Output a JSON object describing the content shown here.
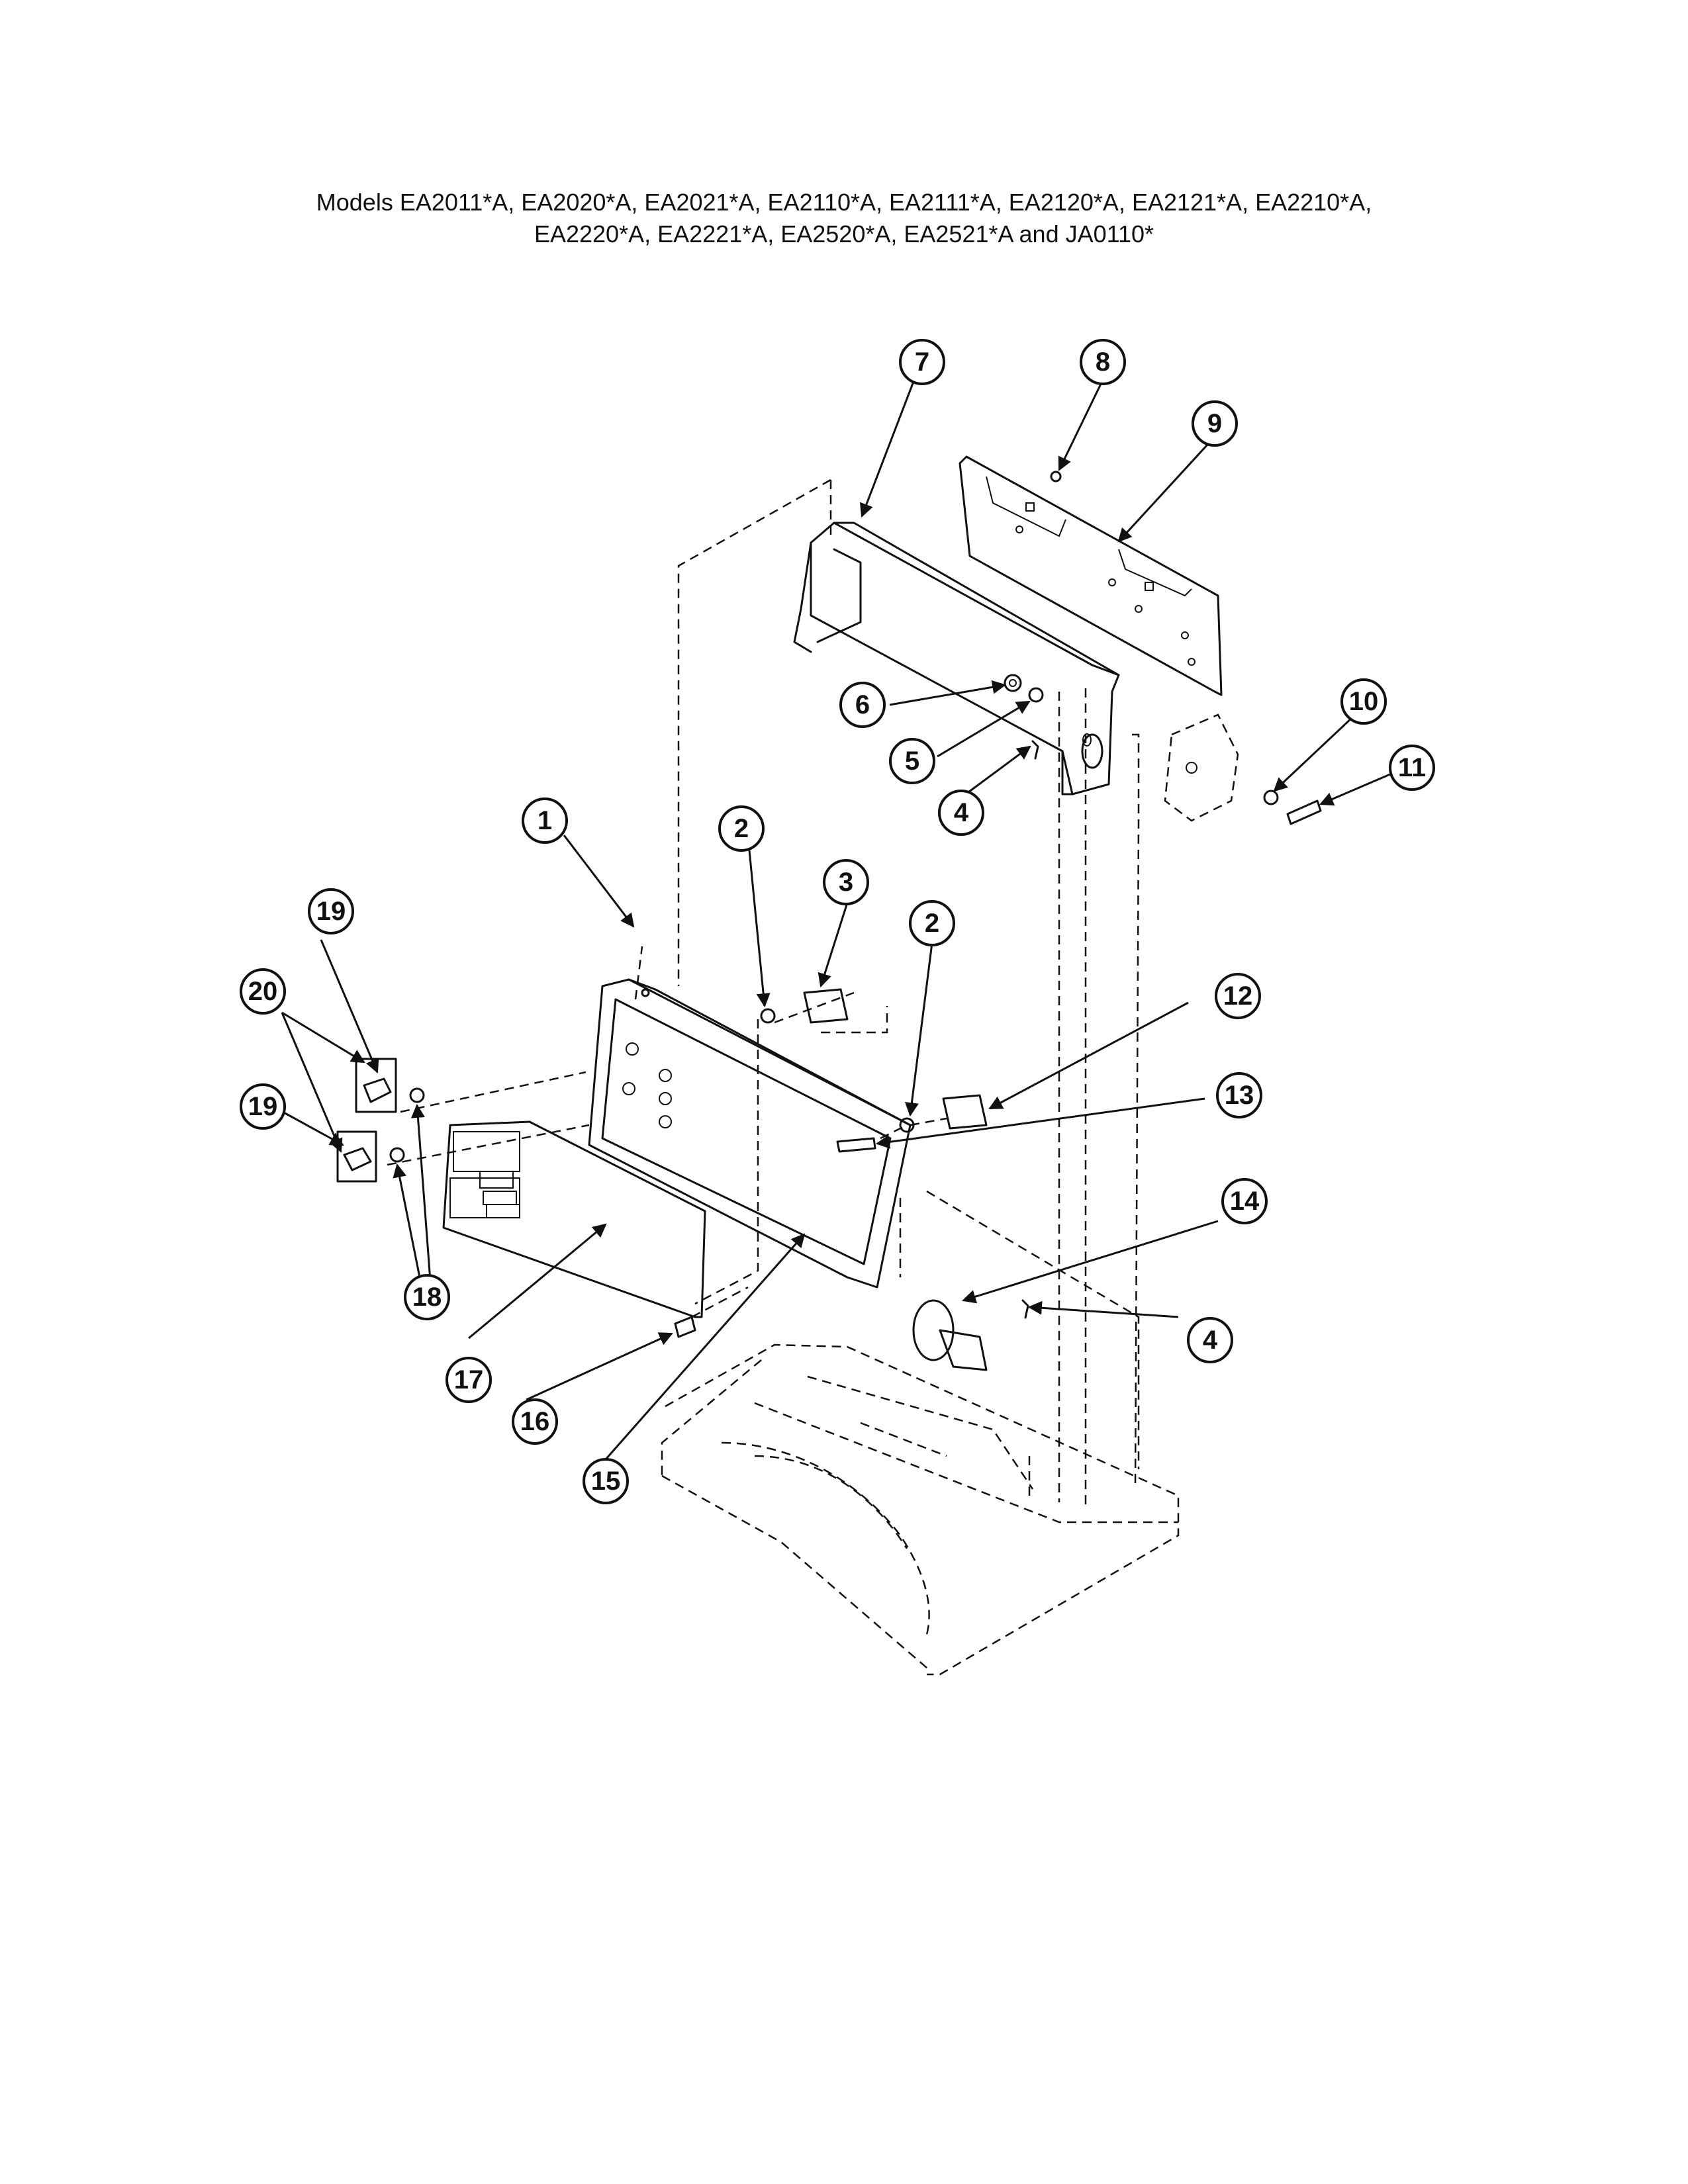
{
  "title": {
    "line1": "Models EA2011*A, EA2020*A, EA2021*A, EA2110*A, EA2111*A, EA2120*A, EA2121*A, EA2210*A,",
    "line2": "EA2220*A, EA2221*A, EA2520*A, EA2521*A and JA0110*"
  },
  "callouts": [
    {
      "id": "c7",
      "label": "7"
    },
    {
      "id": "c8",
      "label": "8"
    },
    {
      "id": "c9",
      "label": "9"
    },
    {
      "id": "c6",
      "label": "6"
    },
    {
      "id": "c5",
      "label": "5"
    },
    {
      "id": "c4a",
      "label": "4"
    },
    {
      "id": "c10",
      "label": "10"
    },
    {
      "id": "c11",
      "label": "11"
    },
    {
      "id": "c1",
      "label": "1"
    },
    {
      "id": "c2a",
      "label": "2"
    },
    {
      "id": "c3",
      "label": "3"
    },
    {
      "id": "c2b",
      "label": "2"
    },
    {
      "id": "c12",
      "label": "12"
    },
    {
      "id": "c13",
      "label": "13"
    },
    {
      "id": "c19a",
      "label": "19"
    },
    {
      "id": "c20",
      "label": "20"
    },
    {
      "id": "c19b",
      "label": "19"
    },
    {
      "id": "c18",
      "label": "18"
    },
    {
      "id": "c14",
      "label": "14"
    },
    {
      "id": "c4b",
      "label": "4"
    },
    {
      "id": "c17",
      "label": "17"
    },
    {
      "id": "c16",
      "label": "16"
    },
    {
      "id": "c15",
      "label": "15"
    }
  ]
}
